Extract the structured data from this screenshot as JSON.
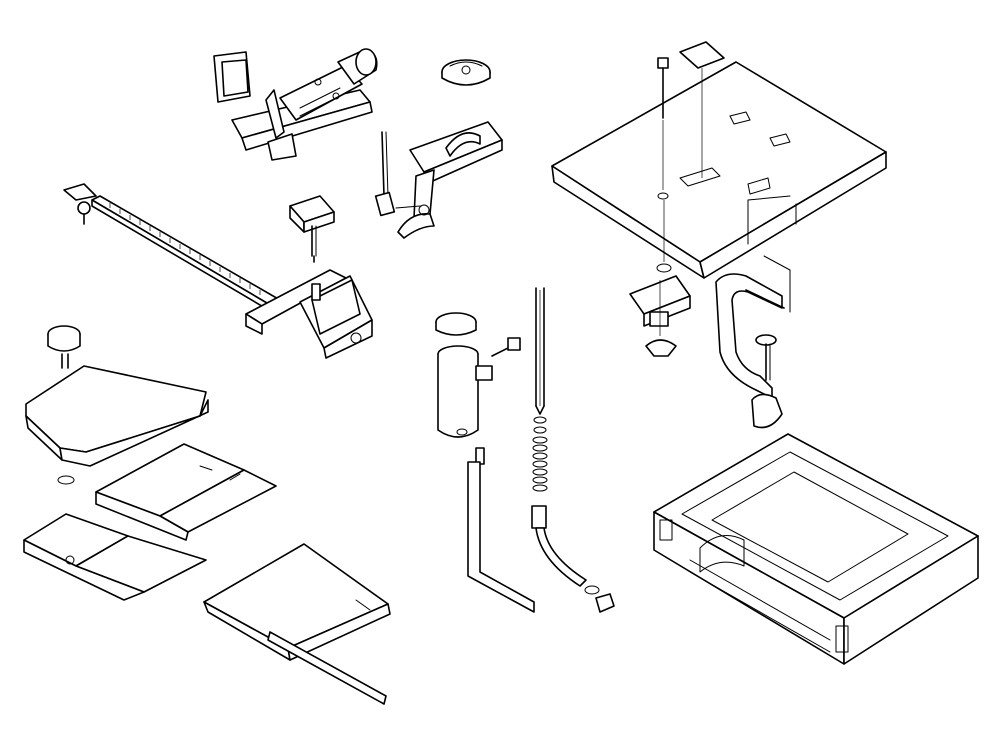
{
  "diagram": {
    "components": [
      {
        "id": "attachment-foot",
        "icon": "presser-foot-attachment"
      },
      {
        "id": "guide-cam",
        "icon": "cam-disc"
      },
      {
        "id": "presser-foot-assembly",
        "icon": "presser-foot"
      },
      {
        "id": "table-board",
        "icon": "extension-table"
      },
      {
        "id": "ruler-guide",
        "icon": "circular-ruler-guide"
      },
      {
        "id": "pin-holder",
        "icon": "pin"
      },
      {
        "id": "fabric-plates",
        "icon": "guide-plates"
      },
      {
        "id": "spool-cup",
        "icon": "spool-holder"
      },
      {
        "id": "spring-rod",
        "icon": "spring-rod"
      },
      {
        "id": "l-wire",
        "icon": "l-bracket"
      },
      {
        "id": "hose-fitting",
        "icon": "hose"
      },
      {
        "id": "clamp-assembly",
        "icon": "c-clamp"
      },
      {
        "id": "carry-case",
        "icon": "storage-case"
      }
    ],
    "colors": {
      "line": "#000000",
      "fill": "#ffffff"
    }
  }
}
